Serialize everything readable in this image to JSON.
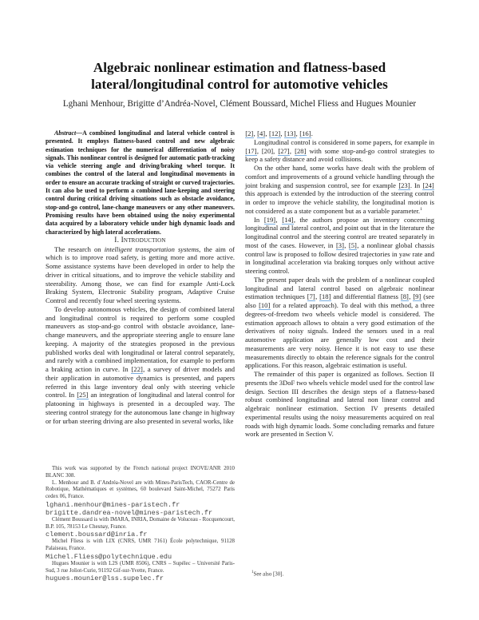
{
  "paper": {
    "title_line1": "Algebraic nonlinear estimation and flatness-based",
    "title_line2": "lateral/longitudinal control for automotive vehicles",
    "authors": "Lghani Menhour, Brigitte d’Andréa-Novel, Clément Boussard, Michel Fliess and Hugues Mounier"
  },
  "abstract": {
    "label": "Abstract",
    "dash": "—",
    "text": "A combined longitudinal and lateral vehicle control is presented. It employs flatness-based control and new algebraic estimation techniques for the numerical differentiation of noisy signals. This nonlinear control is designed for automatic path-tracking via vehicle steering angle and driving/braking wheel torque. It combines the control of the lateral and longitudinal movements in order to ensure an accurate tracking of straight or curved trajectories. It can also be used to perform a combined lane-keeping and steering control during critical driving situations such as obstacle avoidance, stop-and-go control, lane-change maneuvers or any other maneuvers. Promising results have been obtained using the noisy experimental data acquired by a laboratory vehicle under high dynamic loads and characterized by high lateral accelerations."
  },
  "section1": {
    "number": "I.",
    "heading": "Introduction"
  },
  "intro": {
    "p1_a": "The research on ",
    "p1_em": "intelligent transportation systems",
    "p1_b": ", the aim of which is to improve road safety, is getting more and more active. Some assistance systems have been developed in order to help the driver in critical situations, and to improve the vehicle stability and steerability. Among those, we can find for example Anti-Lock Braking System, Electronic Stability program, Adaptive Cruise Control and recently four wheel steering systems.",
    "p2_a": "To develop autonomous vehicles, the design of combined lateral and longitudinal control is required to perform some coupled maneuvers as stop-and-go control with obstacle avoidance, lane-change maneuvers, and the appropriate steering angle to ensure lane keeping. A majority of the strategies proposed in the previous published works deal with longitudinal or lateral control separately, and rarely with a combined implementation, for example to perform a braking action in curve. In ",
    "p2_cite1": "[22]",
    "p2_b": ", a survey of driver models and their application in automotive dynamics is presented, and papers referred in this large inventory deal only with steering vehicle control. In ",
    "p2_cite2": "[25]",
    "p2_c": " an integration of longitudinal and lateral control for platooning in highways is presented in a decoupled way. The steering control strategy for the autonomous lane change in highway or for urban steering driving are also presented in several works, like ",
    "p2_cites": [
      "[2]",
      "[4]",
      "[12]",
      "[13]",
      "[16]"
    ],
    "p3_a": "Longitudinal control is considered in some papers, for example in ",
    "p3_cite1": "[17]",
    "p3_mid": ", [20], ",
    "p3_cite2": "[27]",
    "p3_cite3": "[28]",
    "p3_b": " with some stop-and-go control strategies to keep a safety distance and avoid collisions.",
    "p4_a": "On the other hand, some works have dealt with the problem of comfort and improvements of a ground vehicle handling through the joint braking and suspension control, see for example ",
    "p4_cite1": "[23]",
    "p4_b": ". In ",
    "p4_cite2": "[24]",
    "p4_c": " this approach is extended by the introduction of the steering control in order to improve the vehicle stability, the longitudinal motion is not considered as a state component but as a variable parameter.",
    "p4_fn": "1",
    "p5_a": "In ",
    "p5_cite1": "[19]",
    "p5_cite2": "[14]",
    "p5_b": ", the authors propose an inventory concerning longitudinal and lateral control, and point out that in the literature the longitudinal control and the steering control are treated separately in most of the cases. However, in ",
    "p5_cite3": "[3]",
    "p5_cite4": "[5]",
    "p5_c": ", a nonlinear global chassis control law is proposed to follow desired trajectories in yaw rate and in longitudinal acceleration via braking torques only without active steering control.",
    "p6_a": "The present paper deals with the problem of a nonlinear coupled longitudinal and lateral control based on algebraic nonlinear estimation techniques ",
    "p6_cite1": "[7]",
    "p6_cite2": "[18]",
    "p6_b": " and differential flatness ",
    "p6_cite3": "[8]",
    "p6_cite4": "[9]",
    "p6_c": " (see also ",
    "p6_cite5": "[10]",
    "p6_d": " for a related approach). To deal with this method, a three degrees-of-freedom two wheels vehicle model is considered. The estimation approach allows to obtain a very good estimation of the derivatives of noisy signals. Indeed the sensors used in a real automotive application are generally low cost and their measurements are very noisy. Hence it is not easy to use these measurements directly to obtain the reference signals for the control applications. For this reason, algebraic estimation is useful.",
    "p7": "The remainder of this paper is organized as follows. Section II presents the 3DoF two wheels vehicle model used for the control law design. Section III describes the design steps of a flatness-based robust combined longitudinal and lateral non linear control and algebraic nonlinear estimation. Section IV presents detailed experimental results using the noisy measurements acquired on real roads with high dynamic loads. Some concluding remarks and future work are presented in Section V."
  },
  "footnotes": {
    "funding": "This work was supported by the French national project INOVE/ANR 2010 BLANC 308.",
    "aff1": "L. Menhour and B. d’Andréa-Novel are with Mines-ParisTech, CAOR-Centre de Robotique, Mathématiques et systèmes, 60 boulevard Saint-Michel, 75272 Paris cedex 06, France.",
    "email1": "lghani.menhour@mines-paristech.fr",
    "email2": "brigitte.dandrea-novel@mines-paristech.fr",
    "aff2": "Clément Boussard is with IMARA, INRIA, Domaine de Voluceau - Rocquencourt, B.P. 105, 78153 Le Chesnay, France.",
    "email3": "clement.boussard@inria.fr",
    "aff3": "Michel Fliess is with LIX (CNRS, UMR 7161) École polytechnique, 91128 Palaiseau, France.",
    "email4": "Michel.Fliess@polytechnique.edu",
    "aff4": "Hugues Mounier is with L2S (UMR 8506), CNRS – Supélec – Université Paris-Sud, 3 rue Joliot-Curie, 91192 Gif-sur-Yvette, France.",
    "email5": "hugues.mounier@lss.supelec.fr",
    "fn1_mark": "1",
    "fn1_text": "See also [30]."
  }
}
